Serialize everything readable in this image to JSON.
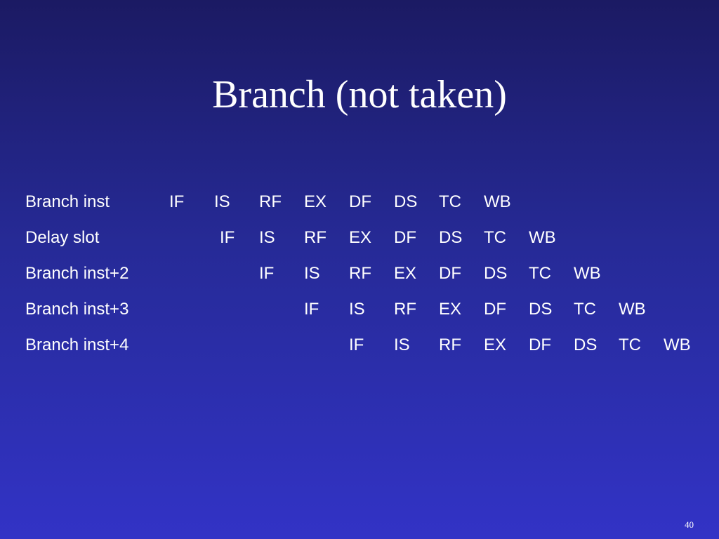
{
  "slide": {
    "title": "Branch (not taken)",
    "page_number": "40"
  },
  "pipeline": {
    "rows": [
      {
        "label": "Branch inst",
        "stages": [
          "IF",
          "IS",
          "RF",
          "EX",
          "DF",
          "DS",
          "TC",
          "WB"
        ]
      },
      {
        "label": "Delay slot",
        "stages": [
          "IF",
          "IS",
          "RF",
          "EX",
          "DF",
          "DS",
          "TC",
          "WB"
        ]
      },
      {
        "label": "Branch inst+2",
        "stages": [
          "IF",
          "IS",
          "RF",
          "EX",
          "DF",
          "DS",
          "TC",
          "WB"
        ]
      },
      {
        "label": "Branch inst+3",
        "stages": [
          "IF",
          "IS",
          "RF",
          "EX",
          "DF",
          "DS",
          "TC",
          "WB"
        ]
      },
      {
        "label": "Branch inst+4",
        "stages": [
          "IF",
          "IS",
          "RF",
          "EX",
          "DF",
          "DS",
          "TC",
          "WB"
        ]
      }
    ]
  }
}
